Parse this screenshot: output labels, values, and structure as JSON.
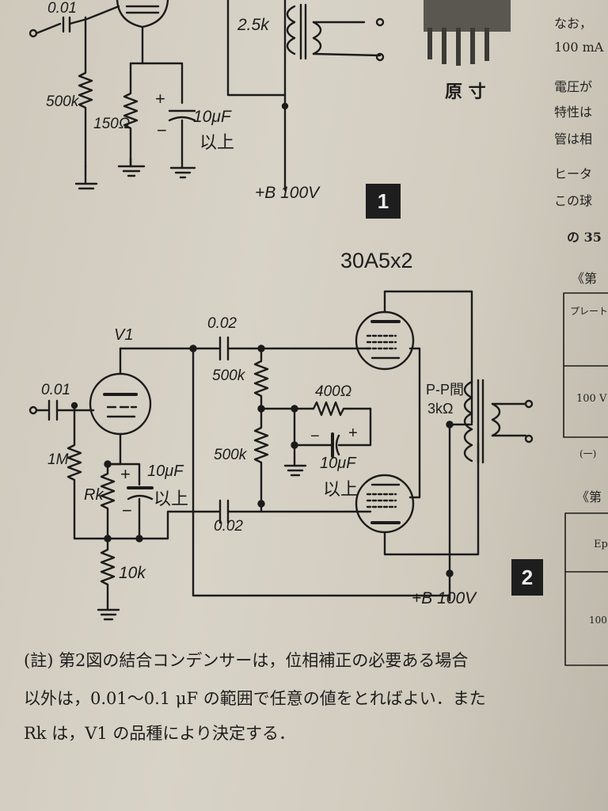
{
  "figure1": {
    "labels": {
      "cap_in": "0.01",
      "r_grid": "500k",
      "r_cathode": "150Ω",
      "cap_bypass": "10μF",
      "cap_bypass_note": "以上",
      "plus": "+",
      "minus": "−",
      "transformer": "2.5k",
      "supply": "+B 100V"
    },
    "badge": "1",
    "photo_caption": "原 寸"
  },
  "figure2": {
    "tube_label": "30A5x2",
    "v1_label": "V1",
    "labels": {
      "cap_in": "0.01",
      "r_grid": "1M",
      "r_k": "Rk",
      "cap_k": "10μF",
      "cap_k_note": "以上",
      "r_bottom": "10k",
      "cap_coupling_top": "0.02",
      "cap_coupling_bottom": "0.02",
      "r_500k_top": "500k",
      "r_500k_bottom": "500k",
      "r_400": "400Ω",
      "cap_bias": "10μF",
      "cap_bias_note": "以上",
      "pp_label": "P-P間",
      "pp_value": "3kΩ",
      "plus": "+",
      "minus": "−",
      "supply": "+B 100V"
    },
    "badge": "2"
  },
  "note": {
    "line1": "(註)  第2図の結合コンデンサーは，位相補正の必要ある場合",
    "line2": "以外は，0.01～0.1 μF  の範囲で任意の値をとればよい．また",
    "line3": "Rk は，V1 の品種により決定する．"
  },
  "right_column": {
    "lines": [
      "なお，",
      "100 mA",
      "電圧が",
      "特性は",
      "管は相",
      "ヒータ",
      "この球"
    ],
    "bold_line": "の 35",
    "table1_title": "《第",
    "table1_header": "プレート電圧 Ep",
    "table1_value": "100 V",
    "table1_note": "(一)",
    "table2_title": "《第",
    "table2_header": "Ep",
    "table2_value": "100"
  }
}
